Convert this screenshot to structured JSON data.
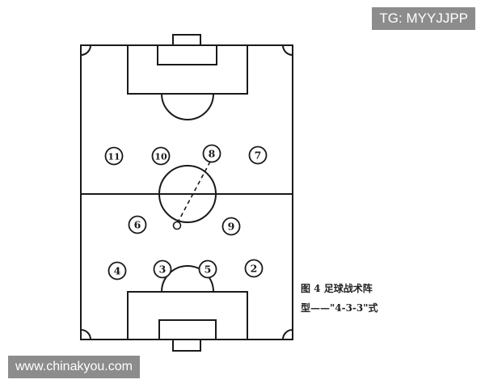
{
  "watermarks": {
    "top_right": "TG: MYYJJPP",
    "bottom_left": "www.chinakyou.com"
  },
  "figure": {
    "caption_line1": "图 4   足球战术阵",
    "caption_line2": "型——\"4-3-3\"式"
  },
  "players": [
    {
      "number": "11",
      "role": "forward"
    },
    {
      "number": "10",
      "role": "forward"
    },
    {
      "number": "8",
      "role": "forward"
    },
    {
      "number": "7",
      "role": "forward"
    },
    {
      "number": "6",
      "role": "midfielder"
    },
    {
      "number": "9",
      "role": "midfielder"
    },
    {
      "number": "4",
      "role": "defender"
    },
    {
      "number": "3",
      "role": "defender"
    },
    {
      "number": "5",
      "role": "defender"
    },
    {
      "number": "2",
      "role": "defender"
    }
  ],
  "colors": {
    "line": "#1a1a1a",
    "badge_bg": "#8c8c8c",
    "background": "#ffffff"
  }
}
